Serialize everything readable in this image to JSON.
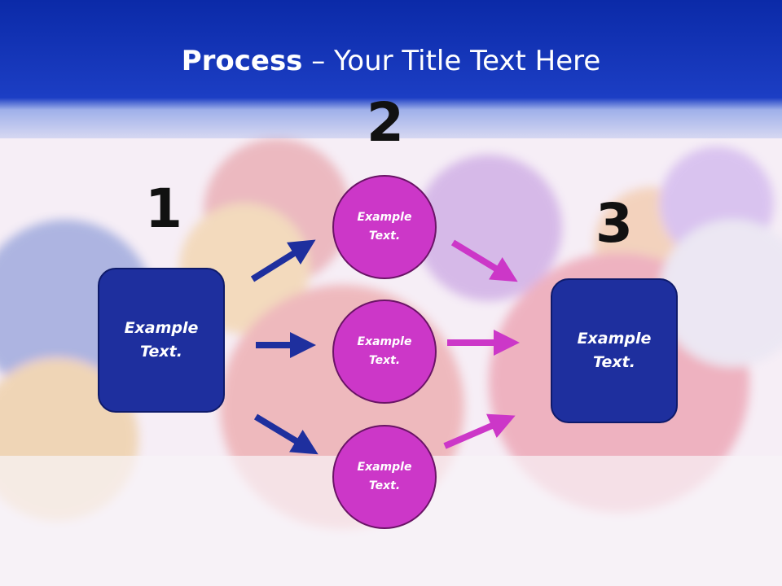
{
  "title": {
    "bold": "Process",
    "rest": " – Your Title Text Here"
  },
  "steps": {
    "one": "1",
    "two": "2",
    "three": "3"
  },
  "left_box": {
    "text": "Example Text."
  },
  "circles": [
    {
      "text": "Example Text."
    },
    {
      "text": "Example Text."
    },
    {
      "text": "Example Text."
    }
  ],
  "right_box": {
    "text": "Example Text."
  },
  "colors": {
    "header": "#1c3ec4",
    "box": "#1e2f9e",
    "circle": "#cc37c8",
    "arrow_blue": "#1e2f9e",
    "arrow_magenta": "#cc37c8"
  }
}
